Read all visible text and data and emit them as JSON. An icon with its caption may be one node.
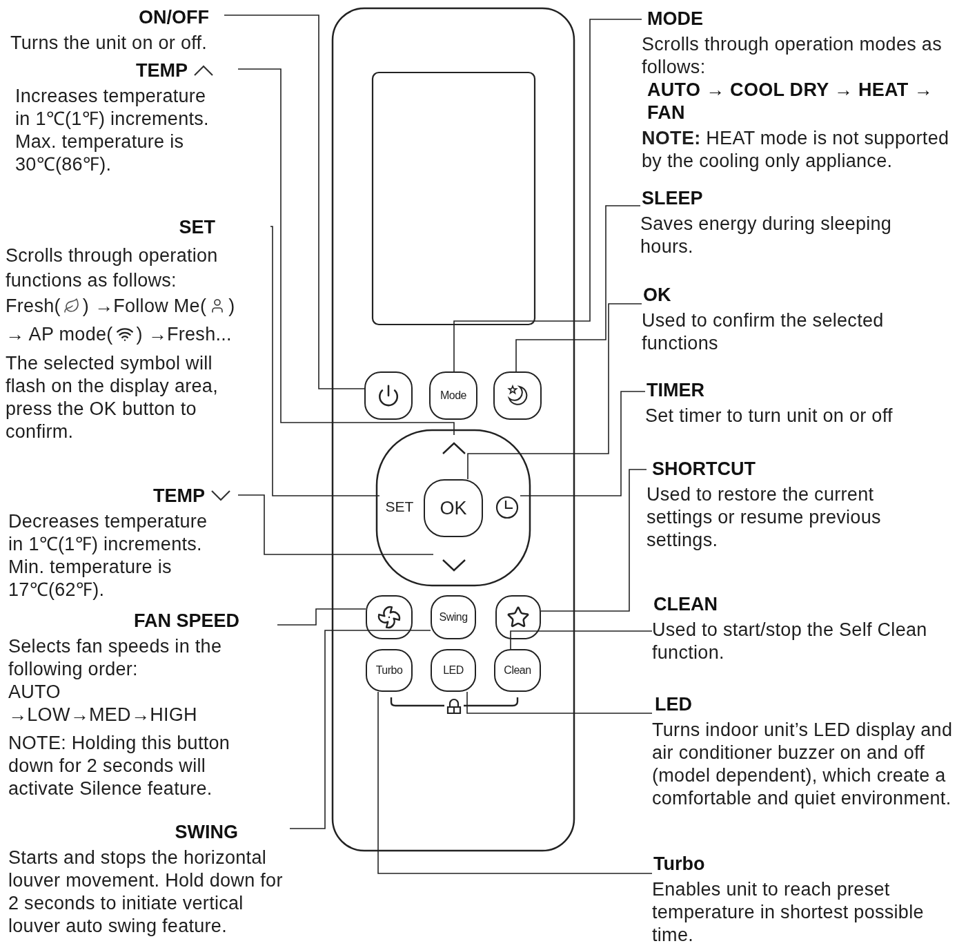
{
  "diagram": {
    "nodes": [
      {
        "text": [
          "ON/OFF",
          "Turns the unit on or off."
        ]
      },
      {
        "text": [
          "TEMP",
          "Increases temperature in 1℃(1℉) increments. Max. temperature is 30℃(86℉)."
        ]
      },
      {
        "text": [
          "SET",
          "Scrolls through operation functions as follows:",
          "Fresh(",
          ") →Follow Me(",
          ")",
          "→ AP mode(",
          ") →Fresh...",
          "The selected symbol will flash on the display area, press the OK button to confirm."
        ]
      },
      {
        "text": [
          "TEMP",
          "Decreases temperature in 1℃(1℉) increments. Min. temperature is 17℃(62℉)."
        ]
      },
      {
        "text": [
          "FAN SPEED",
          "Selects fan speeds in the following order:",
          "AUTO →LOW→MED→HIGH",
          "NOTE: Holding this button down for 2 seconds will activate Silence feature."
        ]
      },
      {
        "text": [
          "SWING",
          "Starts and stops the horizontal louver movement. Hold down for 2 seconds to initiate vertical louver auto swing feature."
        ]
      },
      {
        "text": [
          "MODE",
          "Scrolls through operation modes as follows:",
          "AUTO → COOL DRY → HEAT → FAN",
          "**NOTE:** HEAT mode is not supported by the cooling only appliance."
        ]
      },
      {
        "text": [
          "SLEEP",
          "Saves energy during sleeping hours."
        ]
      },
      {
        "text": [
          "OK",
          "Used to confirm the selected functions"
        ]
      },
      {
        "text": [
          "TIMER",
          "Set timer to turn unit on or off"
        ]
      },
      {
        "text": [
          "SHORTCUT",
          "Used to restore the current settings or resume previous settings."
        ]
      },
      {
        "text": [
          "CLEAN",
          "Used to start/stop the Self Clean function."
        ]
      },
      {
        "text": [
          "LED",
          "Turns indoor unit’s LED display and air conditioner buzzer on and off (model dependent), which create a comfortable and quiet environment."
        ]
      },
      {
        "text": [
          "Turbo",
          "Enables unit to reach preset temperature in shortest possible time."
        ]
      },
      {
        "text": [],
        "shape": "button"
      },
      {
        "text": [
          "Mode"
        ]
      },
      {
        "text": [],
        "shape": "button"
      },
      {
        "text": [],
        "shape": "chevron"
      },
      {
        "text": [
          "SET"
        ]
      },
      {
        "text": [
          "OK"
        ]
      },
      {
        "text": [],
        "shape": "clock"
      },
      {
        "text": [],
        "shape": "chevron"
      },
      {
        "text": [],
        "shape": "button"
      },
      {
        "text": [
          "Swing"
        ]
      },
      {
        "text": [],
        "shape": "button"
      },
      {
        "text": [
          "Turbo"
        ]
      },
      {
        "text": [
          "LED"
        ]
      },
      {
        "text": [
          "Clean"
        ]
      }
    ],
    "edges": [
      {
        "from": 0,
        "to": 14,
        "arrow": "none"
      },
      {
        "from": 1,
        "to": 17,
        "arrow": "none"
      },
      {
        "from": 2,
        "to": 18,
        "arrow": "none"
      },
      {
        "from": 3,
        "to": 21,
        "arrow": "none"
      },
      {
        "from": 4,
        "to": 22,
        "arrow": "none"
      },
      {
        "from": 5,
        "to": 23,
        "arrow": "none"
      },
      {
        "from": 6,
        "to": 15,
        "arrow": "none"
      },
      {
        "from": 7,
        "to": 16,
        "arrow": "none"
      },
      {
        "from": 8,
        "to": 19,
        "arrow": "none"
      },
      {
        "from": 9,
        "to": 20,
        "arrow": "none"
      },
      {
        "from": 10,
        "to": 24,
        "arrow": "none"
      },
      {
        "from": 11,
        "to": 27,
        "arrow": "none"
      },
      {
        "from": 12,
        "to": 26,
        "arrow": "none"
      },
      {
        "from": 13,
        "to": 25,
        "arrow": "none"
      }
    ]
  }
}
